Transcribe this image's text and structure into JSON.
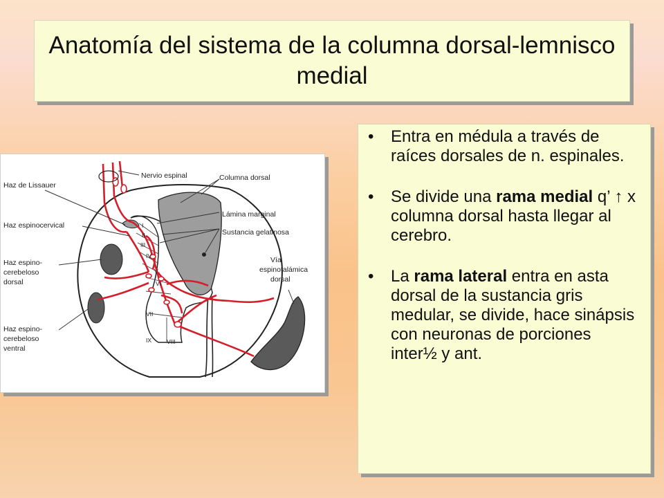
{
  "slide": {
    "title": "Anatomía del sistema de la columna dorsal-lemnisco medial"
  },
  "figure": {
    "labels": {
      "nervio_espinal": "Nervio espinal",
      "columna_dorsal": "Columna dorsal",
      "haz_lissauer": "Haz de Lissauer",
      "lamina_marginal": "Lámina marginal",
      "sustancia_gelatinosa": "Sustancia gelatinosa",
      "haz_espinocervical": "Haz espinocervical",
      "haz_espinocerebeloso_dorsal": [
        "Haz espino-",
        "cerebeloso",
        "dorsal"
      ],
      "via_espinotalamica_dorsal": [
        "Vía",
        "espinotalámica",
        "dorsal"
      ],
      "haz_espinocerebeloso_ventral": [
        "Haz espino-",
        "cerebeloso",
        "ventral"
      ]
    },
    "laminae": [
      "I",
      "II",
      "III",
      "IV",
      "V",
      "VI",
      "VII",
      "VIII",
      "IX"
    ]
  },
  "bullets": [
    {
      "parts": [
        {
          "text": "Entra en médula a través de raíces dorsales de n. espinales.",
          "bold": false
        }
      ]
    },
    {
      "parts": [
        {
          "text": "Se divide una ",
          "bold": false
        },
        {
          "text": "rama medial",
          "bold": true
        },
        {
          "text": " q’ ↑ x columna dorsal hasta llegar al cerebro.",
          "bold": false
        }
      ]
    },
    {
      "parts": [
        {
          "text": "La ",
          "bold": false
        },
        {
          "text": "rama lateral",
          "bold": true
        },
        {
          "text": " entra en asta dorsal de la sustancia gris medular, se divide, hace sinápsis con neuronas de porciones inter½ y ant.",
          "bold": false
        }
      ]
    }
  ],
  "colors": {
    "title_bg": "#fafcd4",
    "pathway_red": "#d41e2a",
    "tract_gray": "#5a5a5a"
  }
}
